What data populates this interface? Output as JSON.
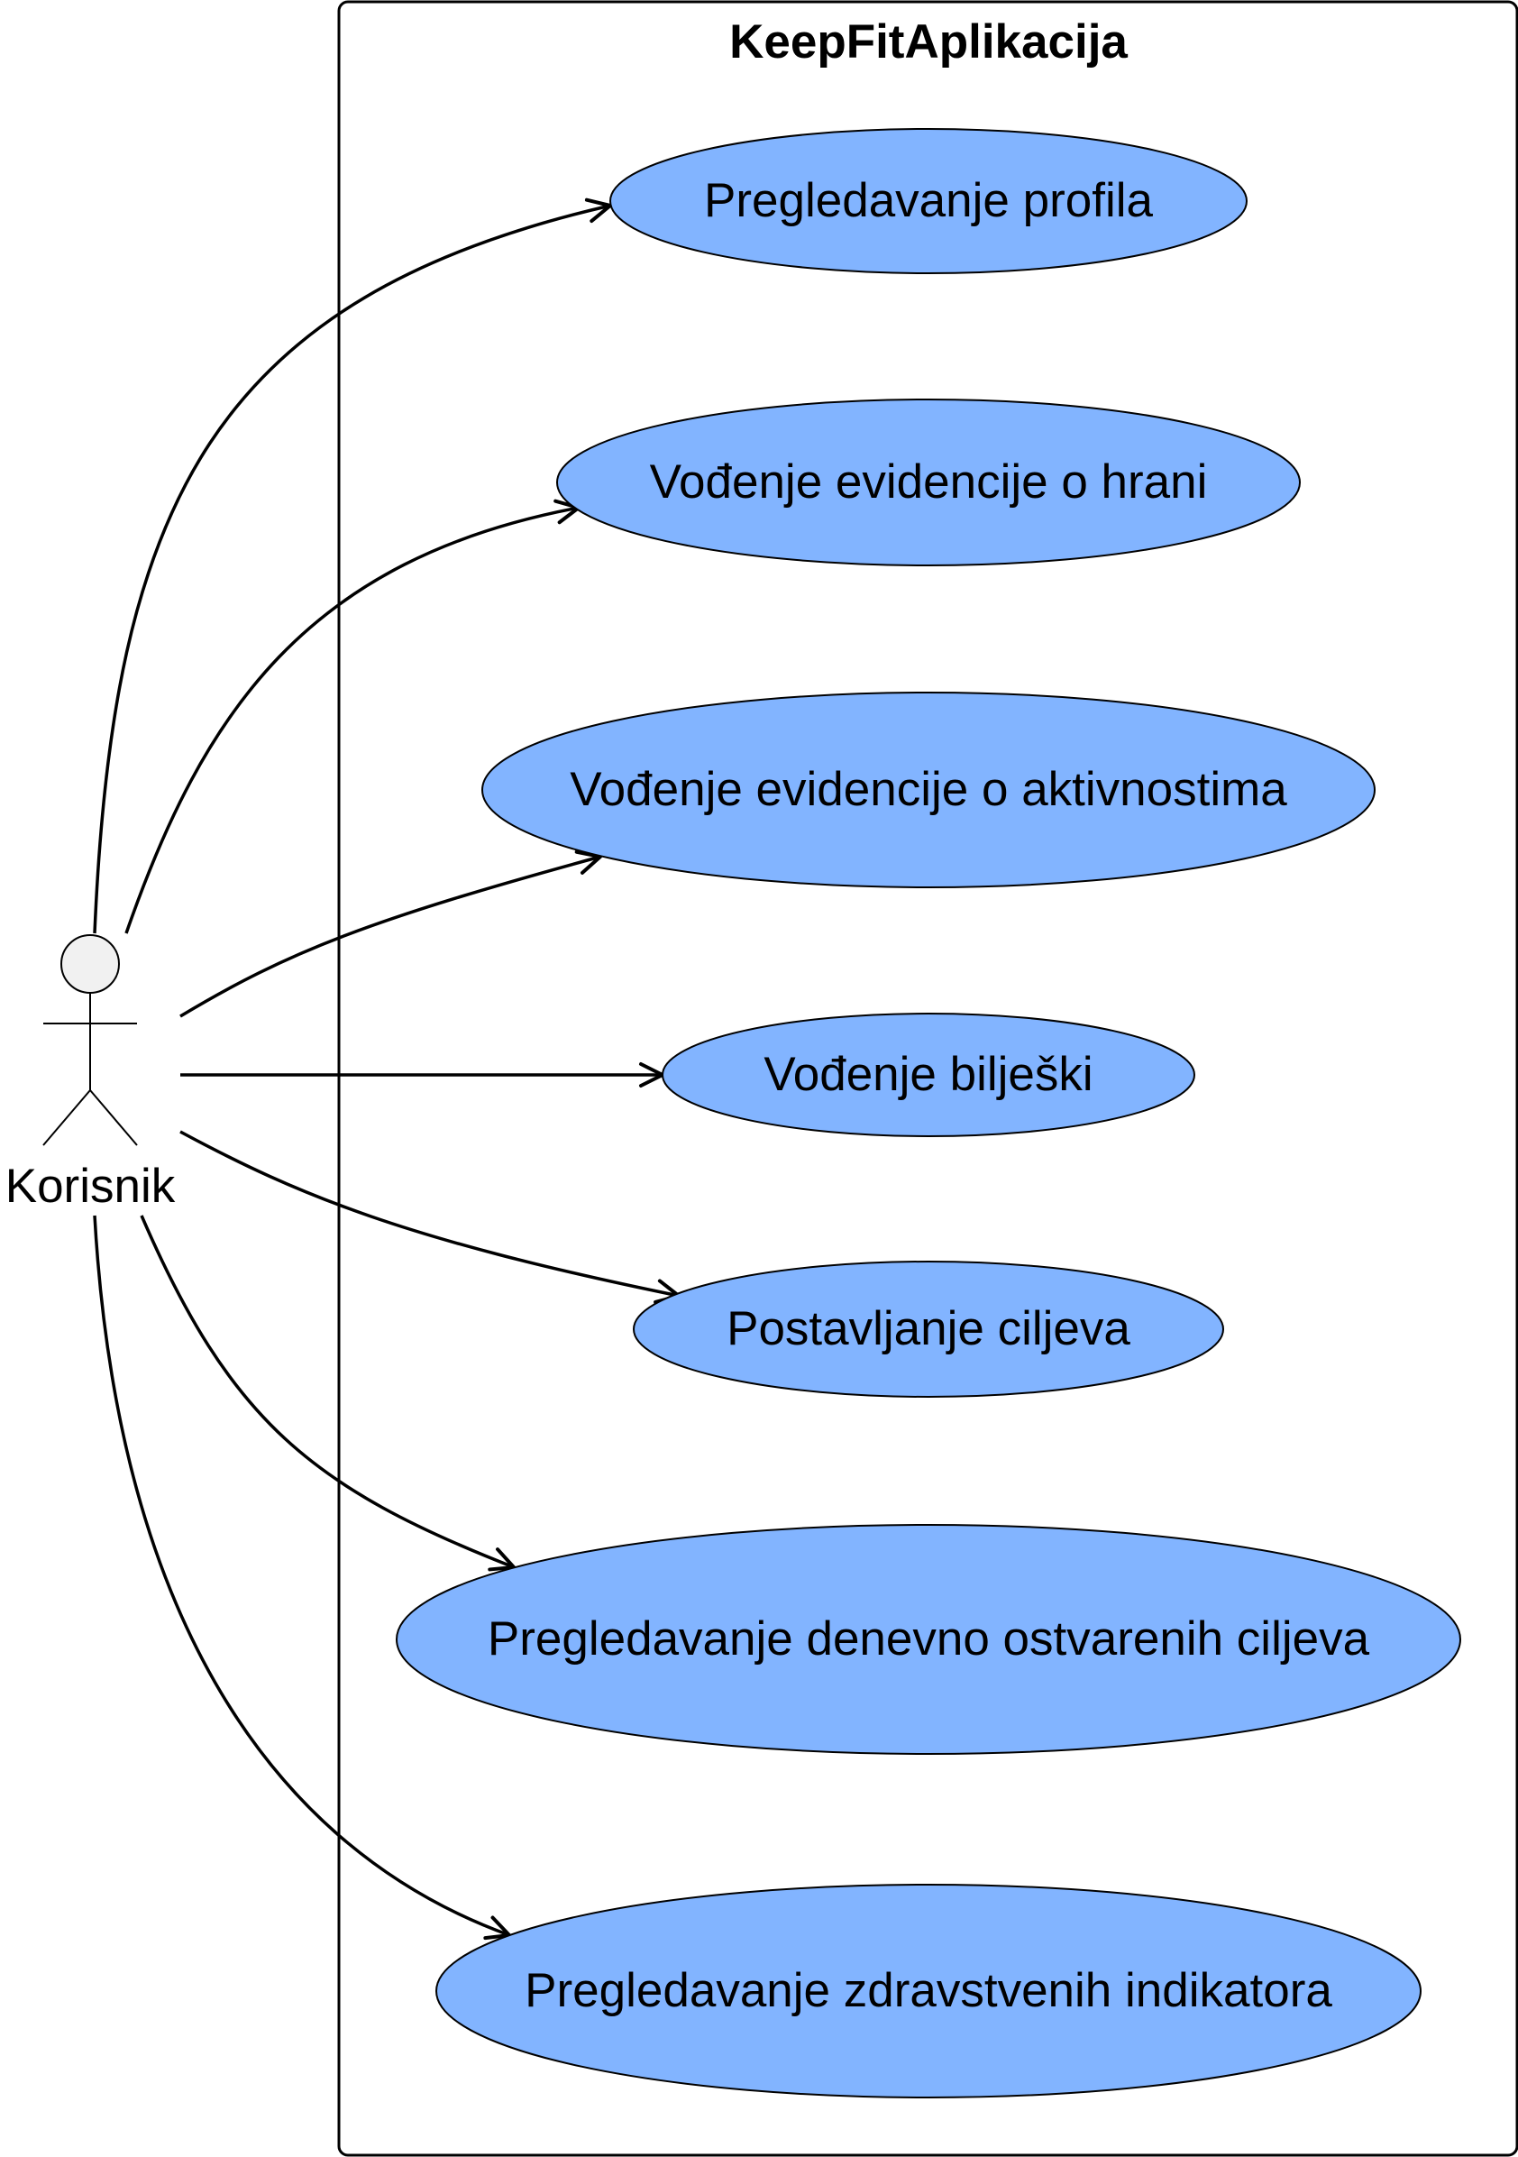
{
  "system": {
    "title": "KeepFitAplikacija"
  },
  "actor": {
    "name": "Korisnik"
  },
  "use_cases": [
    {
      "label": "Pregledavanje profila"
    },
    {
      "label": "Vođenje evidencije o hrani"
    },
    {
      "label": "Vođenje evidencije o aktivnostima"
    },
    {
      "label": "Vođenje bilješki"
    },
    {
      "label": "Postavljanje ciljeva"
    },
    {
      "label": "Pregledavanje denevno ostvarenih ciljeva"
    },
    {
      "label": "Pregledavanje zdravstvenih indikatora"
    }
  ],
  "colors": {
    "use_case_fill": "#82B4FF",
    "actor_head_fill": "#F1F1F1",
    "stroke": "#000000"
  }
}
